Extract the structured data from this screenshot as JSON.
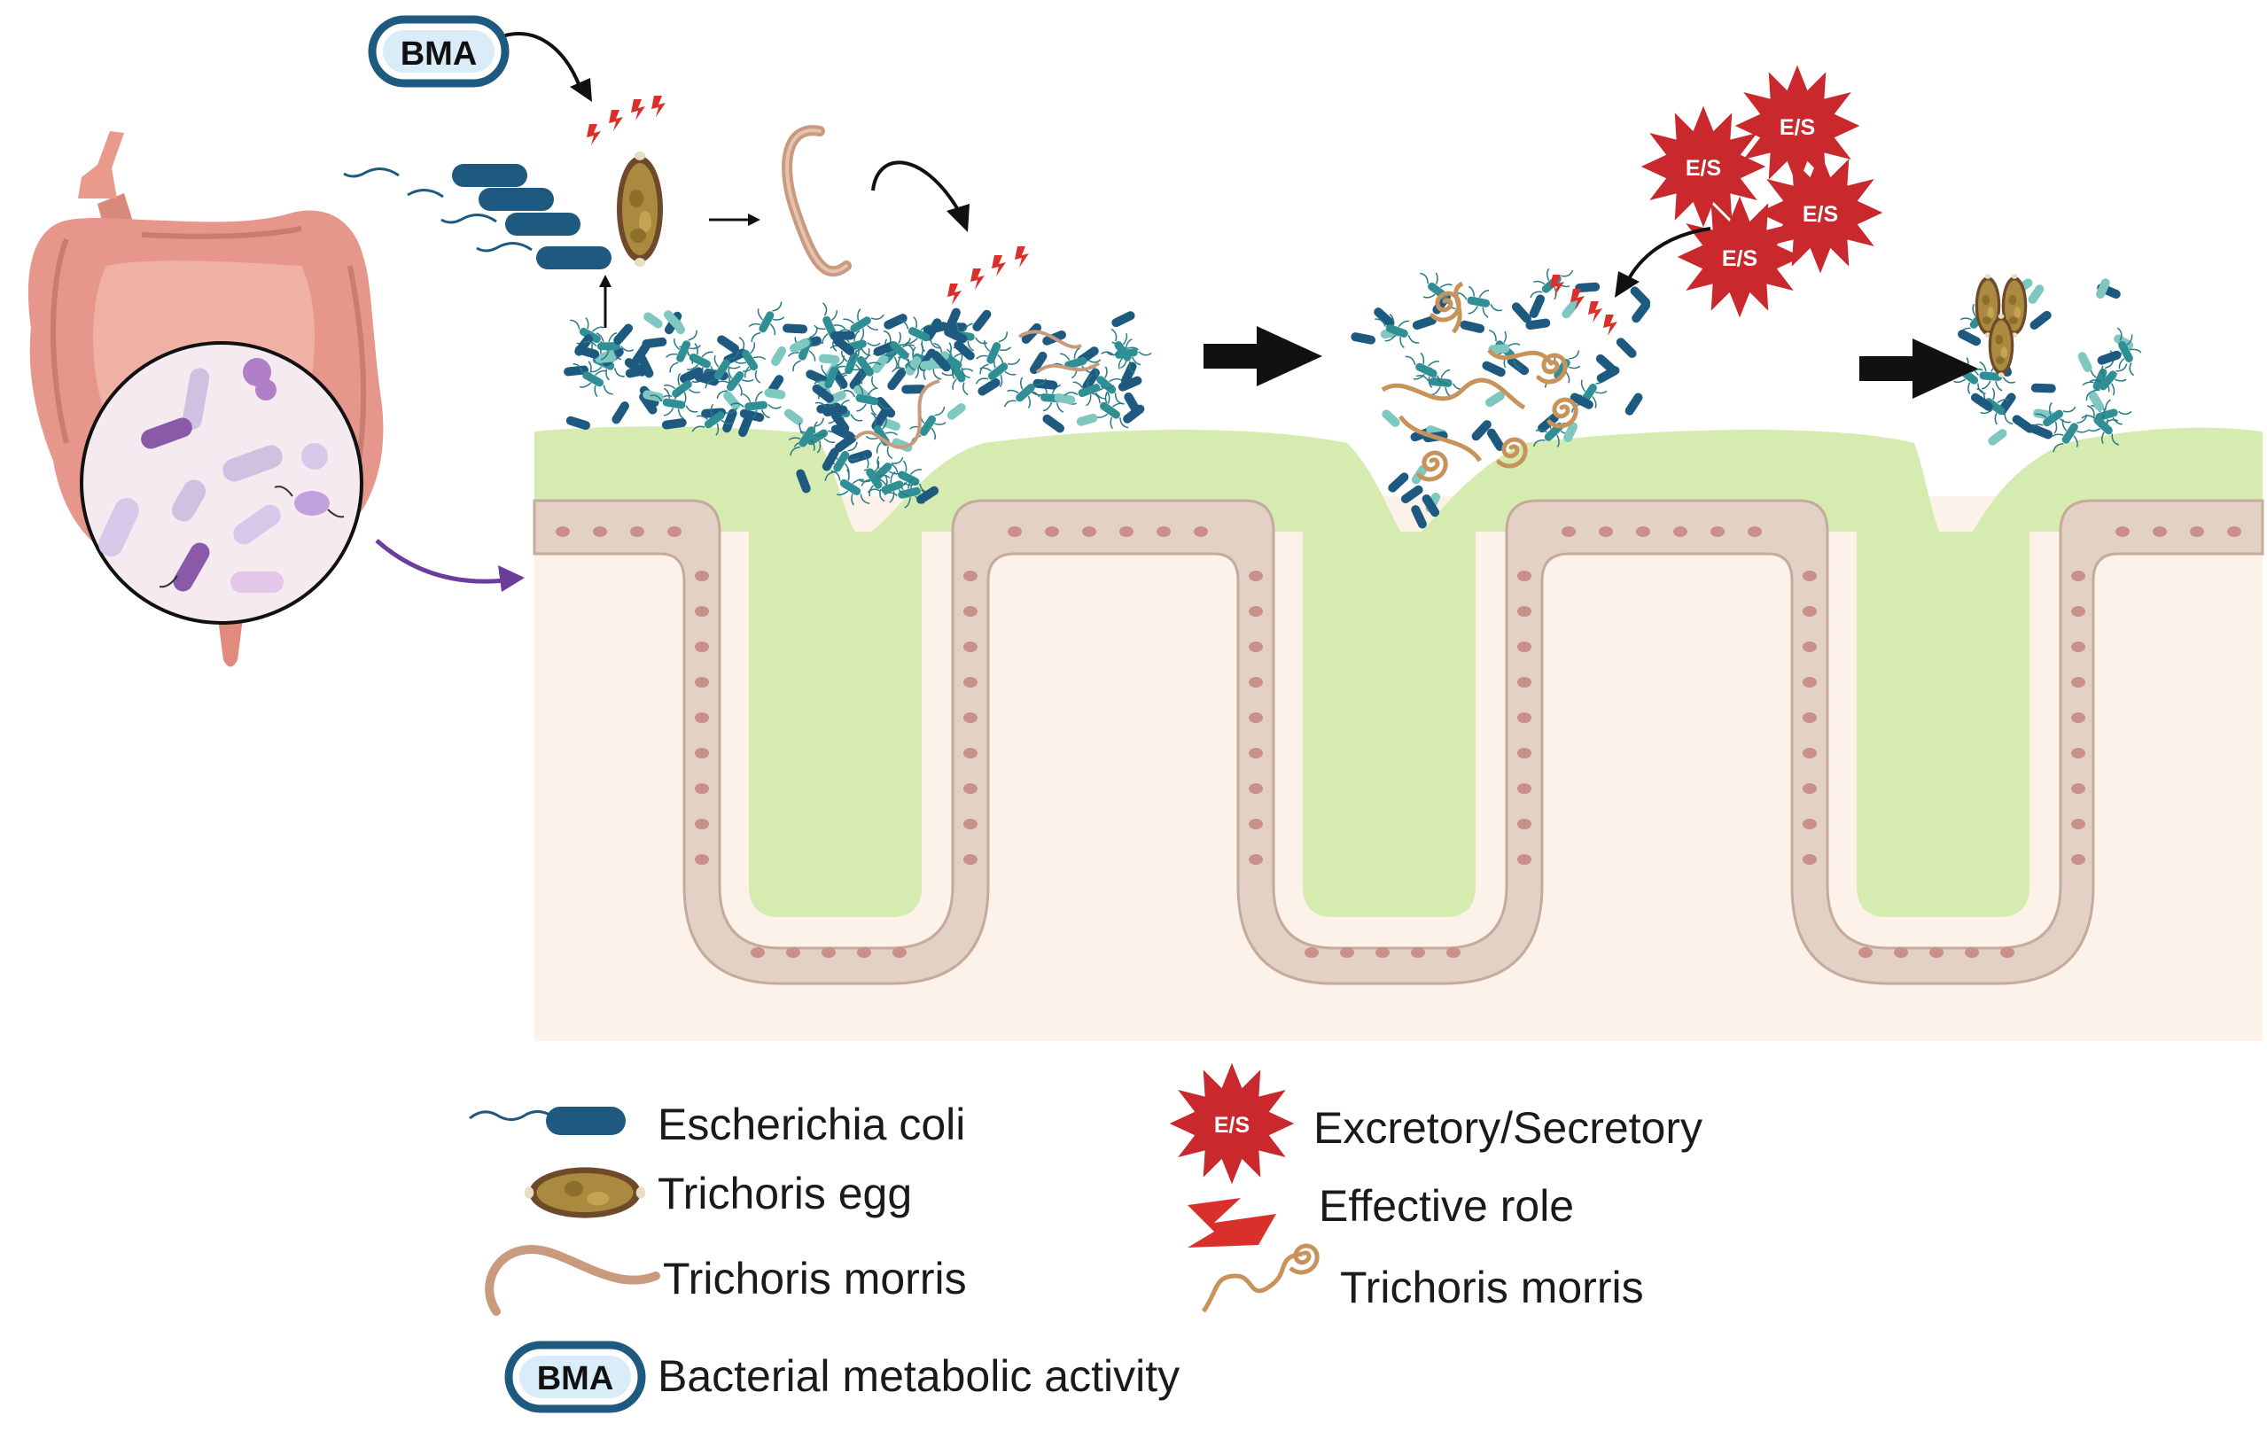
{
  "figure": {
    "bma_badge": "BMA",
    "es_star_label": "E/S",
    "colors": {
      "mucus": "#d6ebb0",
      "epithelium": "#e3d1c6",
      "lamina": "#fdf2ea",
      "ecoli": "#1e5a80",
      "es_star": "#c9292d",
      "effective_bolt": "#d9302c",
      "worm": "#c99a7d",
      "adult_worm": "#c8935a",
      "gut": "#e6968a",
      "arrow": "#111111",
      "gut_arrow": "#6a3d9a"
    }
  },
  "legend": {
    "ecoli": "Escherichia coli",
    "egg": "Trichoris egg",
    "worm_larva": "Trichoris morris",
    "bma_badge": "BMA",
    "bma": "Bacterial metabolic activity",
    "es_badge": "E/S",
    "es": "Excretory/Secretory",
    "effective": "Effective role",
    "worm_adult": "Trichoris morris"
  }
}
